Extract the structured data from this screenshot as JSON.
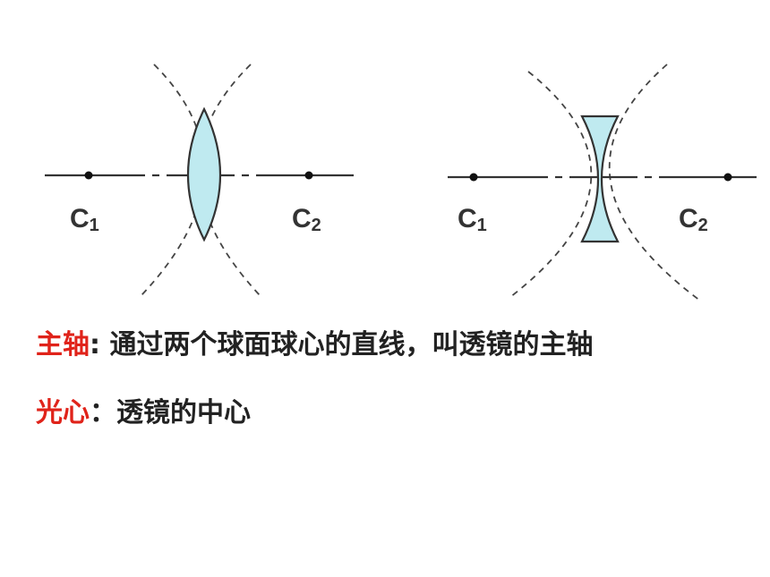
{
  "lens_diagrams": {
    "convex": {
      "left_point": "C",
      "left_sub": "1",
      "right_point": "C",
      "right_sub": "2"
    },
    "concave": {
      "left_point": "C",
      "left_sub": "1",
      "right_point": "C",
      "right_sub": "2"
    }
  },
  "definitions": [
    {
      "term": "主轴",
      "separator": ":",
      "text": " 通过两个球面球心的直线，叫透镜的主轴",
      "term_color": "#e0231a"
    },
    {
      "term": "光心",
      "separator": "：",
      "text": "透镜的中心",
      "term_color": "#e0231a"
    }
  ]
}
